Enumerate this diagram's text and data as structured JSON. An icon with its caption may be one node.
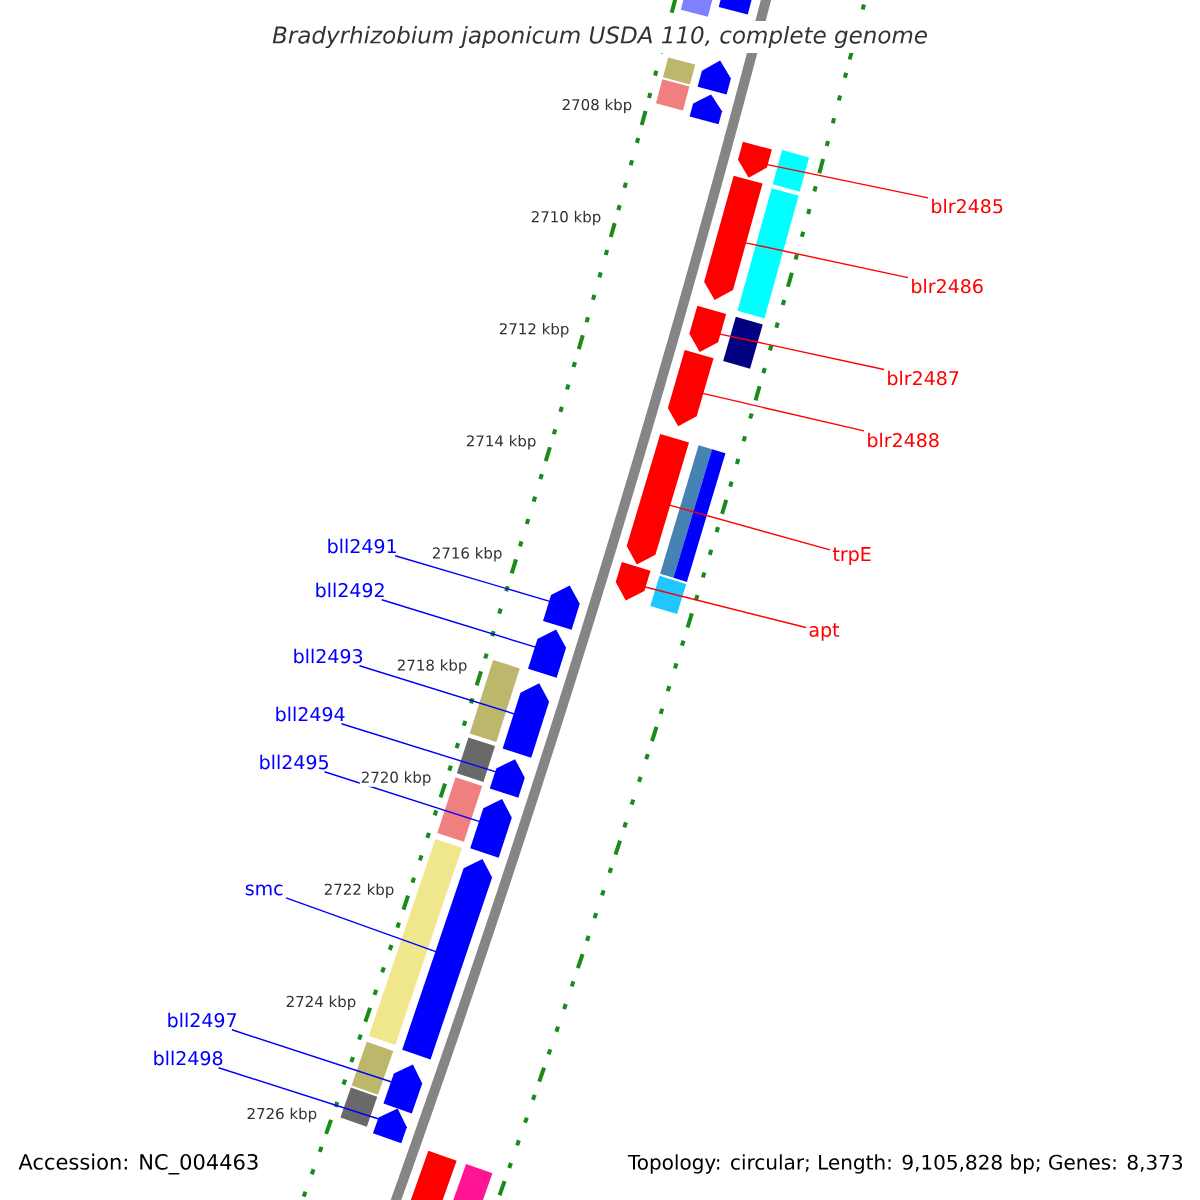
{
  "diagram": {
    "title": "Bradyrhizobium japonicum USDA 110, complete genome",
    "nodes": [
      {
        "text": [
          "blr2485"
        ]
      },
      {
        "text": [
          "blr2486"
        ]
      },
      {
        "text": [
          "blr2487"
        ]
      },
      {
        "text": [
          "blr2488"
        ]
      },
      {
        "text": [
          "bll2491"
        ]
      },
      {
        "text": [
          "trpE"
        ]
      },
      {
        "text": [
          "bll2492"
        ]
      },
      {
        "text": [
          "apt"
        ]
      },
      {
        "text": [
          "bll2493"
        ]
      },
      {
        "text": [
          "bll2494"
        ]
      },
      {
        "text": [
          "bll2495"
        ]
      },
      {
        "text": [
          "smc"
        ]
      },
      {
        "text": [
          "bll2497"
        ]
      },
      {
        "text": [
          "bll2498"
        ]
      },
      {
        "text": [],
        "shape": "arrow"
      },
      {
        "text": [],
        "shape": "arrow"
      },
      {
        "text": [],
        "shape": "arrow"
      },
      {
        "text": [],
        "shape": "arrow"
      },
      {
        "text": [],
        "shape": "arrow"
      },
      {
        "text": [],
        "shape": "arrow"
      },
      {
        "text": [],
        "shape": "arrow"
      },
      {
        "text": [],
        "shape": "arrow"
      },
      {
        "text": [],
        "shape": "arrow"
      },
      {
        "text": [],
        "shape": "arrow"
      },
      {
        "text": [],
        "shape": "arrow"
      },
      {
        "text": [],
        "shape": "arrow"
      },
      {
        "text": [],
        "shape": "arrow"
      },
      {
        "text": [],
        "shape": "arrow"
      },
      {
        "text": [],
        "shape": "bar"
      },
      {
        "text": [],
        "shape": "arrow"
      },
      {
        "text": [],
        "shape": "bar"
      },
      {
        "text": [],
        "shape": "arrow"
      },
      {
        "text": [],
        "shape": "bar"
      },
      {
        "text": [],
        "shape": "arrow"
      },
      {
        "text": [],
        "shape": "bar"
      },
      {
        "text": [],
        "shape": "bar"
      },
      {
        "text": [],
        "shape": "bar"
      },
      {
        "text": [],
        "shape": "bar"
      },
      {
        "text": [],
        "shape": "bar"
      },
      {
        "text": [],
        "shape": "bar"
      },
      {
        "text": [],
        "shape": "bar"
      },
      {
        "text": [],
        "shape": "bar"
      },
      {
        "text": [],
        "shape": "bar"
      },
      {
        "text": [],
        "shape": "bar"
      },
      {
        "text": [],
        "shape": "bar"
      },
      {
        "text": [],
        "shape": "bar"
      },
      {
        "text": [],
        "shape": "arrow"
      },
      {
        "text": [],
        "shape": "bar"
      }
    ],
    "edges": [
      {
        "from": 0,
        "to": 14,
        "arrow": "none",
        "color": "#ff0000"
      },
      {
        "from": 1,
        "to": 15,
        "arrow": "none",
        "color": "#ff0000"
      },
      {
        "from": 2,
        "to": 16,
        "arrow": "none",
        "color": "#ff0000"
      },
      {
        "from": 3,
        "to": 17,
        "arrow": "none",
        "color": "#ff0000"
      },
      {
        "from": 5,
        "to": 18,
        "arrow": "none",
        "color": "#ff0000"
      },
      {
        "from": 7,
        "to": 19,
        "arrow": "none",
        "color": "#ff0000"
      },
      {
        "from": 4,
        "to": 20,
        "arrow": "none"
      },
      {
        "from": 6,
        "to": 21,
        "arrow": "none"
      },
      {
        "from": 8,
        "to": 22,
        "arrow": "none"
      },
      {
        "from": 9,
        "to": 23,
        "arrow": "none"
      },
      {
        "from": 10,
        "to": 24,
        "arrow": "none"
      },
      {
        "from": 11,
        "to": 25,
        "arrow": "none"
      },
      {
        "from": 12,
        "to": 26,
        "arrow": "none"
      },
      {
        "from": 13,
        "to": 27,
        "arrow": "none"
      }
    ],
    "labels": [
      "2708 kbp",
      "2710 kbp",
      "2712 kbp",
      "2714 kbp",
      "2716 kbp",
      "2718 kbp",
      "2720 kbp",
      "2722 kbp",
      "2724 kbp",
      "2726 kbp",
      "Accession: NC_004463",
      "Topology: circular; Length: 9,105,828 bp; Genes: 8,373"
    ]
  }
}
